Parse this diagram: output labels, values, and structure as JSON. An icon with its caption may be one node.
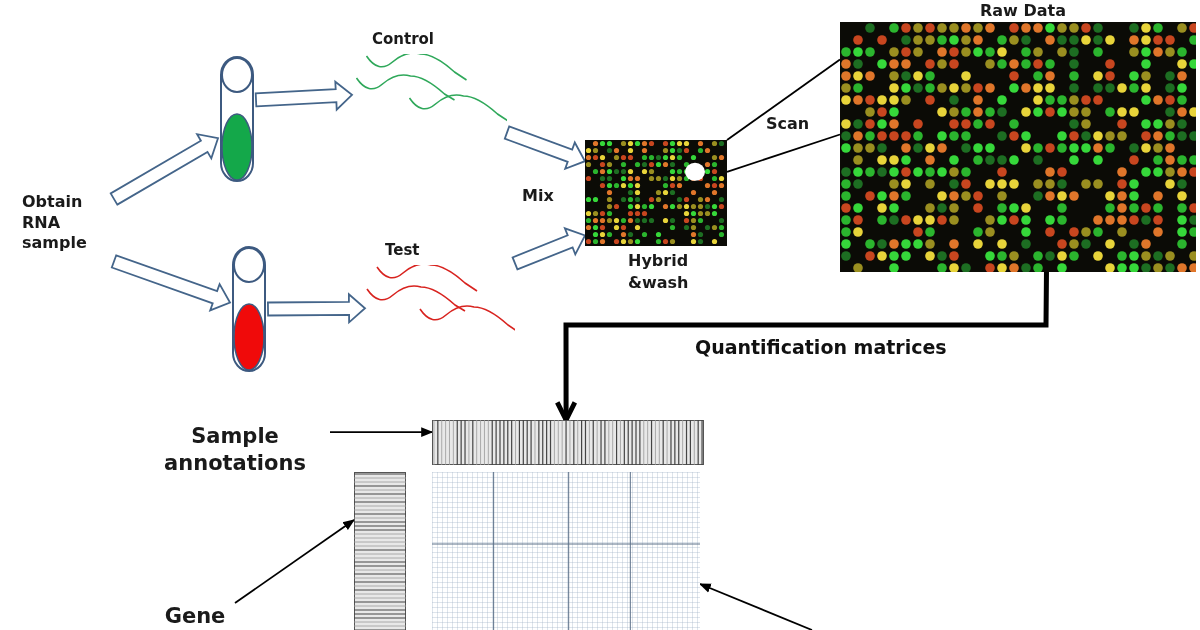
{
  "diagram": {
    "nodes": [
      {
        "text": [
          "Obtain RNA sample"
        ]
      },
      {
        "text": [],
        "shape": "picture"
      },
      {
        "text": [],
        "shape": "picture"
      },
      {
        "text": [
          "Control"
        ]
      },
      {
        "text": [
          "Test"
        ]
      },
      {
        "text": [],
        "shape": "picture",
        "beside": [
          "Hybrid &wash"
        ]
      },
      {
        "text": [],
        "shape": "picture",
        "beside": [
          "Raw Data"
        ]
      },
      {
        "text": [
          "Sample annotations"
        ]
      },
      {
        "text": [],
        "shape": "bar"
      },
      {
        "text": [],
        "shape": "bar"
      },
      {
        "text": [],
        "shape": "picture"
      },
      {
        "text": [
          "Gene"
        ]
      }
    ],
    "edges": [
      {
        "from": 0,
        "to": 1,
        "arrow": "to"
      },
      {
        "from": 0,
        "to": 2,
        "arrow": "to"
      },
      {
        "from": 1,
        "to": 3,
        "arrow": "to"
      },
      {
        "from": 2,
        "to": 4,
        "arrow": "to"
      },
      {
        "from": 3,
        "to": 5,
        "arrow": "to"
      },
      {
        "from": 4,
        "to": 5,
        "arrow": "to"
      },
      {
        "from": 5,
        "to": 6,
        "arrow": "none",
        "color": "#000000"
      },
      {
        "from": 5,
        "to": 6,
        "arrow": "none",
        "color": "#000000"
      },
      {
        "from": 6,
        "to": 8,
        "arrow": "to",
        "label": "Quantification matrices",
        "style": "thick",
        "color": "#000000"
      },
      {
        "from": 7,
        "to": 8,
        "arrow": "to",
        "color": "#000000"
      },
      {
        "from": 11,
        "to": 9,
        "arrow": "to",
        "color": "#000000"
      },
      {
        "from": null,
        "to": 10,
        "arrow": "to",
        "color": "#000000"
      }
    ],
    "labels": [
      "Mix",
      "Scan"
    ]
  }
}
